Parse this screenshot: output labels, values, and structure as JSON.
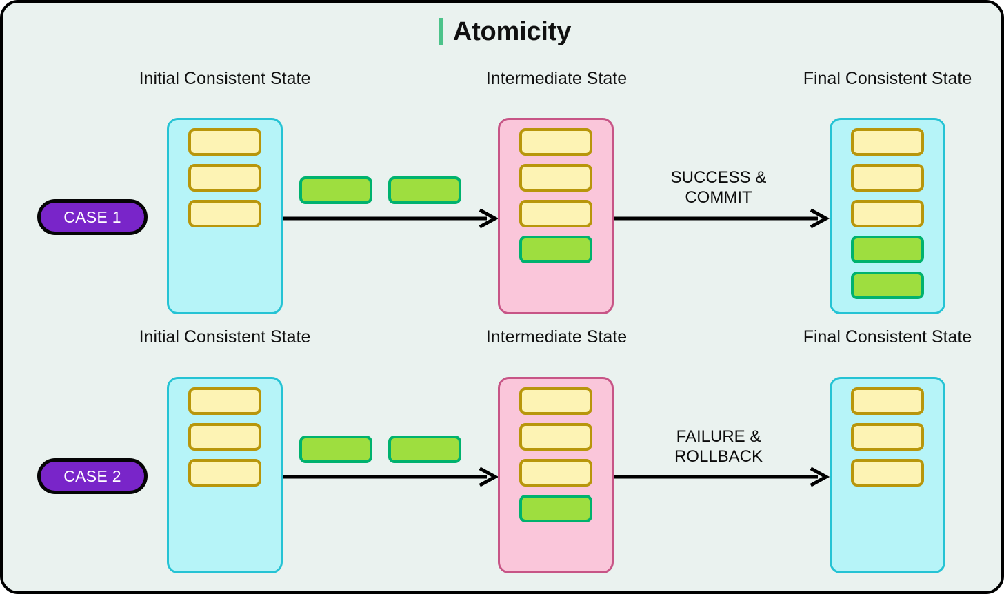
{
  "diagram": {
    "title": "Atomicity",
    "accent_color": "#4cc38a",
    "background_color": "#eaf2ef",
    "border_color": "#000000"
  },
  "colors": {
    "consistent_state_fill": "#b6f4f8",
    "consistent_state_border": "#25c3d4",
    "intermediate_state_fill": "#fac6da",
    "intermediate_state_border": "#c75586",
    "record_fill": "#fdf3b4",
    "record_border": "#b8960b",
    "operation_fill": "#9ede3f",
    "operation_border": "#00b26e",
    "case_badge_fill": "#7925c9",
    "case_badge_text": "#ffffff"
  },
  "column_headers": {
    "initial": "Initial Consistent State",
    "intermediate": "Intermediate State",
    "final": "Final Consistent State"
  },
  "rows": [
    {
      "case_label": "CASE 1",
      "initial_state": {
        "header": "Initial Consistent State",
        "items": [
          "yellow",
          "yellow",
          "yellow"
        ]
      },
      "operations": [
        "green",
        "green"
      ],
      "intermediate_state": {
        "header": "Intermediate State",
        "items": [
          "yellow",
          "yellow",
          "yellow",
          "green"
        ]
      },
      "outcome_label": "SUCCESS & COMMIT",
      "outcome_label_lines": [
        "SUCCESS &",
        "COMMIT"
      ],
      "final_state": {
        "header": "Final Consistent State",
        "items": [
          "yellow",
          "yellow",
          "yellow",
          "green",
          "green"
        ]
      }
    },
    {
      "case_label": "CASE 2",
      "initial_state": {
        "header": "Initial Consistent State",
        "items": [
          "yellow",
          "yellow",
          "yellow"
        ]
      },
      "operations": [
        "green",
        "green"
      ],
      "intermediate_state": {
        "header": "Intermediate State",
        "items": [
          "yellow",
          "yellow",
          "yellow",
          "green"
        ]
      },
      "outcome_label": "FAILURE & ROLLBACK",
      "outcome_label_lines": [
        "FAILURE &",
        "ROLLBACK"
      ],
      "final_state": {
        "header": "Final Consistent State",
        "items": [
          "yellow",
          "yellow",
          "yellow"
        ]
      }
    }
  ]
}
